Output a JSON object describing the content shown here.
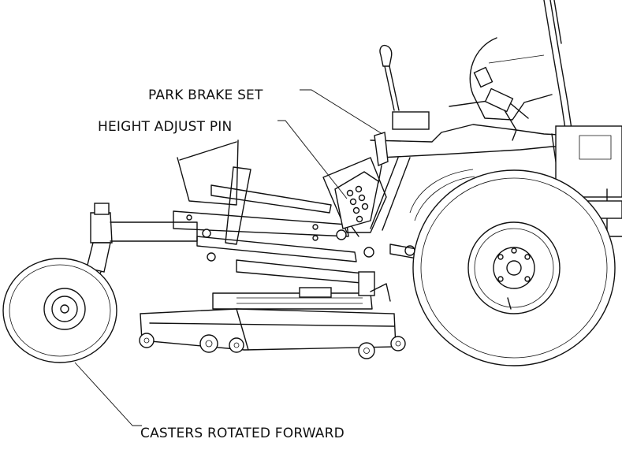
{
  "callouts": {
    "park_brake": "PARK BRAKE SET",
    "height_pin": "HEIGHT ADJUST PIN",
    "casters": "CASTERS ROTATED FORWARD"
  }
}
